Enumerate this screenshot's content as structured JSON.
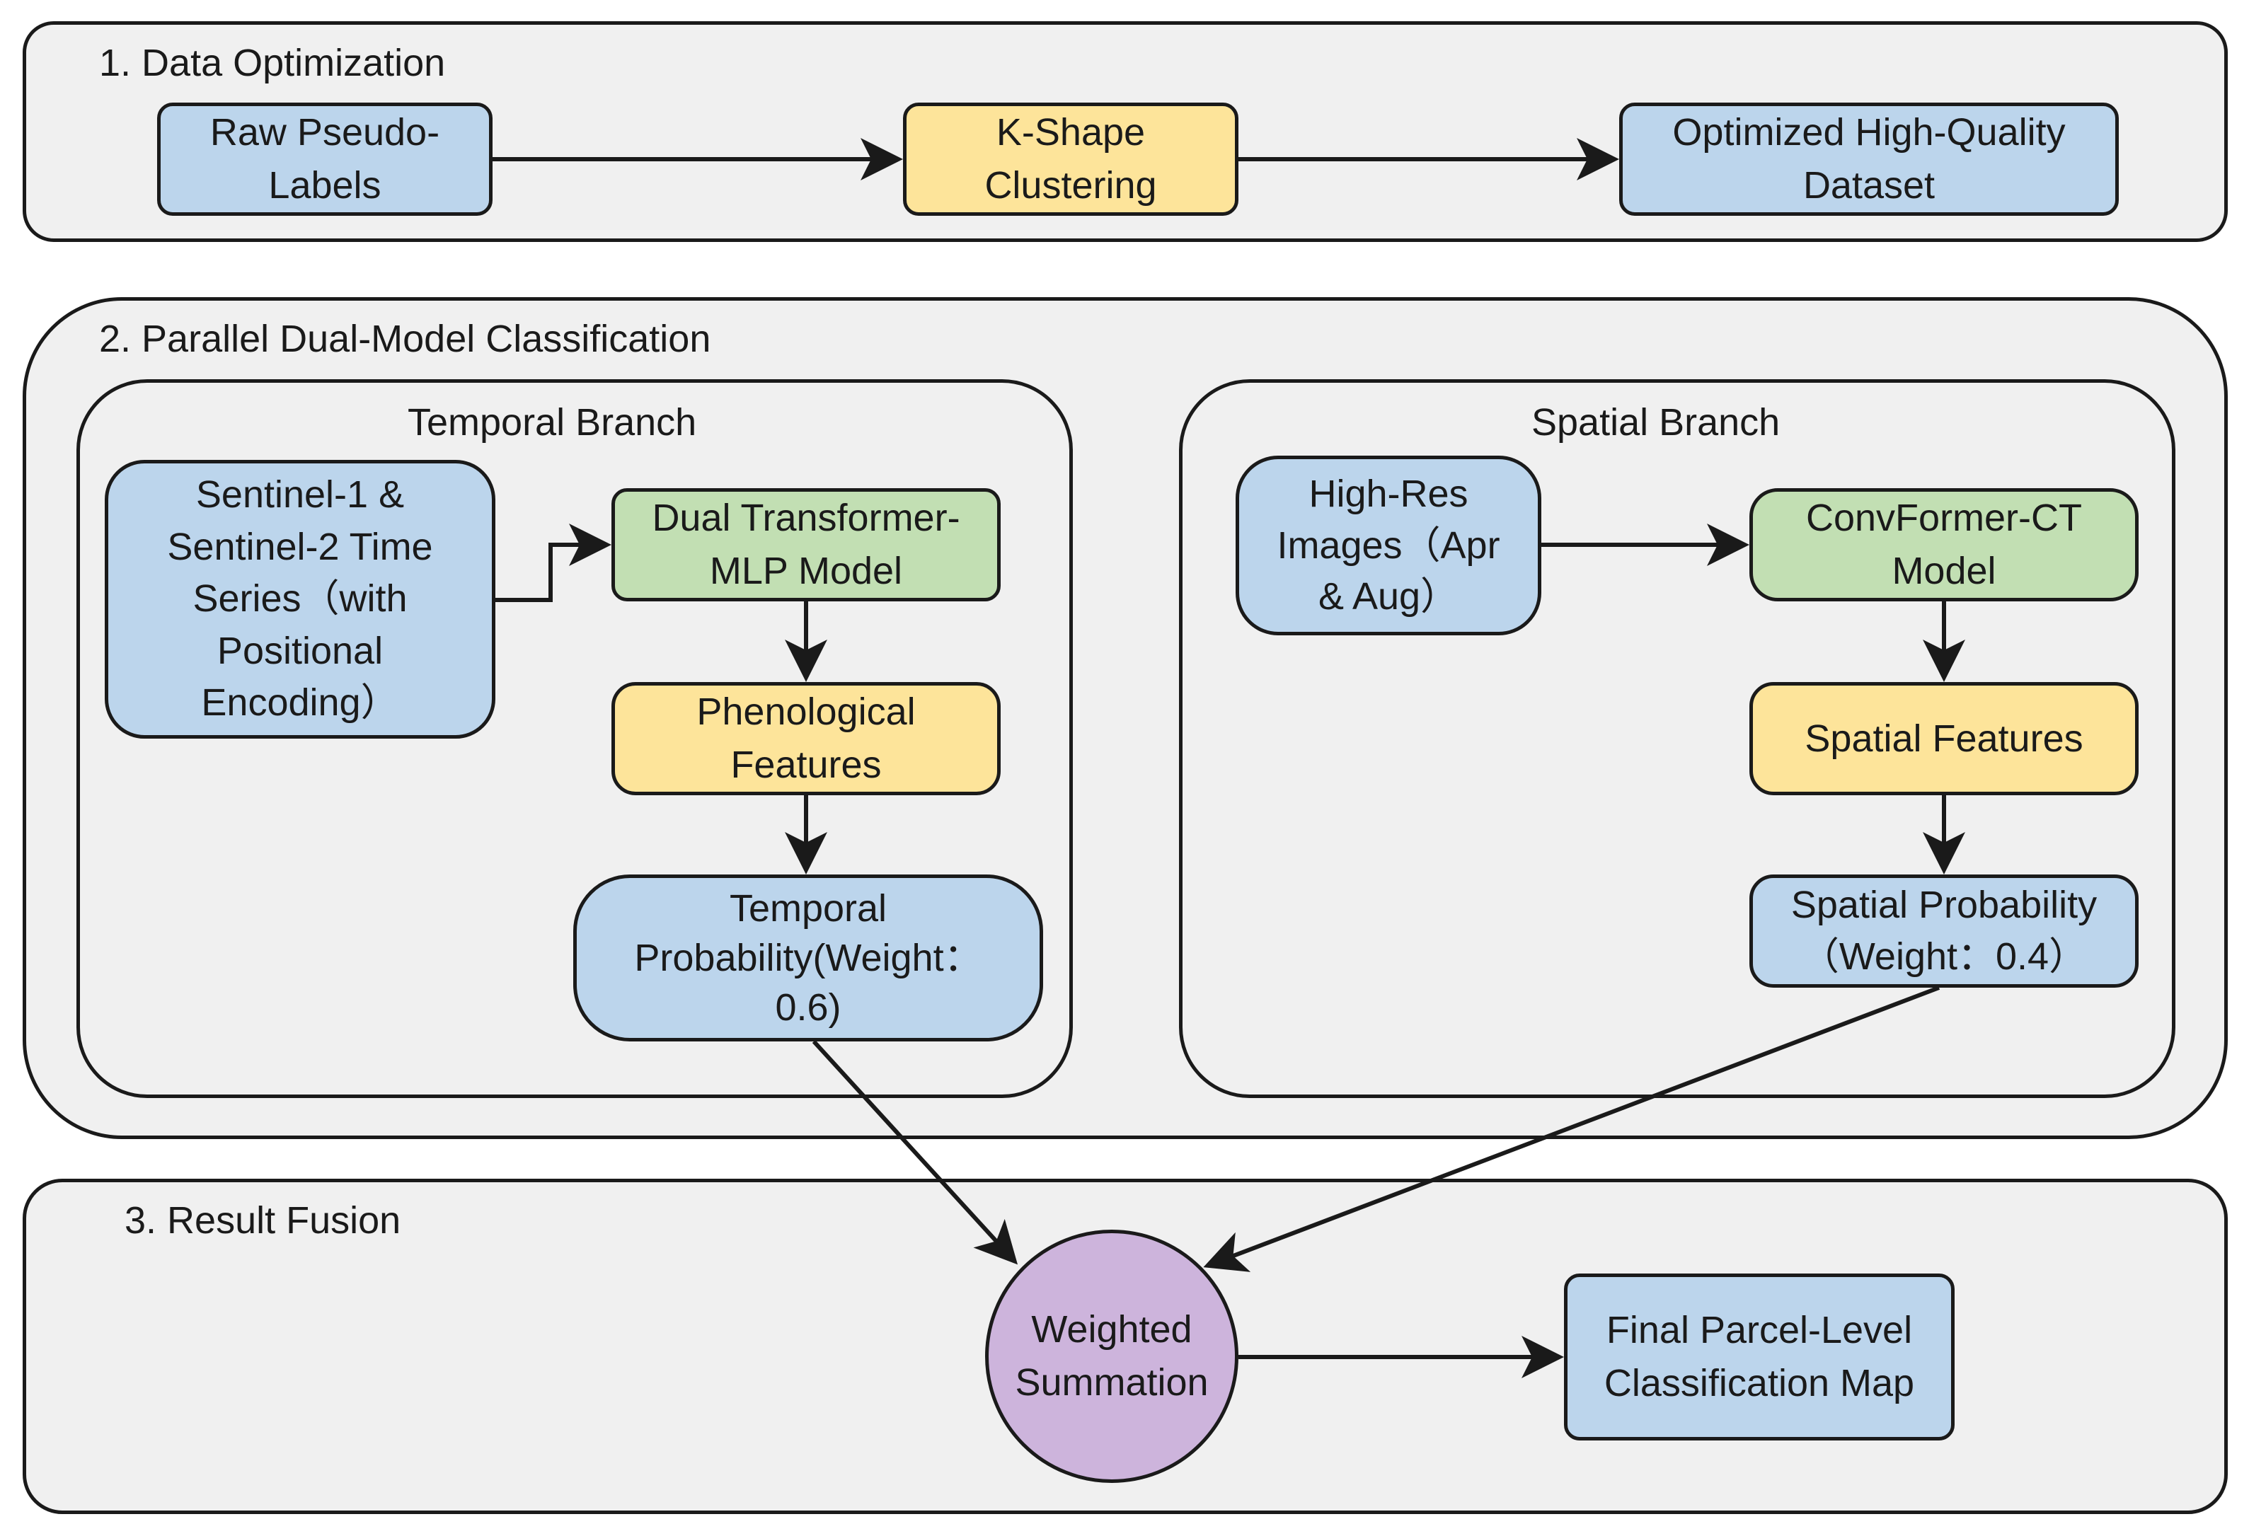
{
  "sections": {
    "data_optimization": "1. Data Optimization",
    "parallel_classification": "2. Parallel Dual-Model Classification",
    "result_fusion": "3. Result Fusion"
  },
  "branches": {
    "temporal": "Temporal Branch",
    "spatial": "Spatial Branch"
  },
  "nodes": {
    "raw_labels": "Raw Pseudo-\nLabels",
    "kshape": "K-Shape\nClustering",
    "optimized_dataset": "Optimized High-Quality\nDataset",
    "sentinel_series": "Sentinel-1 &\nSentinel-2 Time\nSeries（with\nPositional\nEncoding）",
    "dual_transformer": "Dual Transformer-\nMLP Model",
    "phenological": "Phenological\nFeatures",
    "temporal_probability": "Temporal\nProbability(Weight：\n0.6)",
    "highres_images": "High-Res\nImages（Apr\n& Aug）",
    "convformer": "ConvFormer-CT\nModel",
    "spatial_features": "Spatial Features",
    "spatial_probability": "Spatial Probability\n（Weight：0.4）",
    "weighted_summation": "Weighted\nSummation",
    "final_map": "Final Parcel-Level\nClassification Map"
  },
  "colors": {
    "input_output": "#bcd5ec",
    "process": "#fde49a",
    "model": "#c2dfb3",
    "fusion": "#cdb4dc",
    "panel": "#f0f0f0",
    "stroke": "#1a1a1a"
  }
}
